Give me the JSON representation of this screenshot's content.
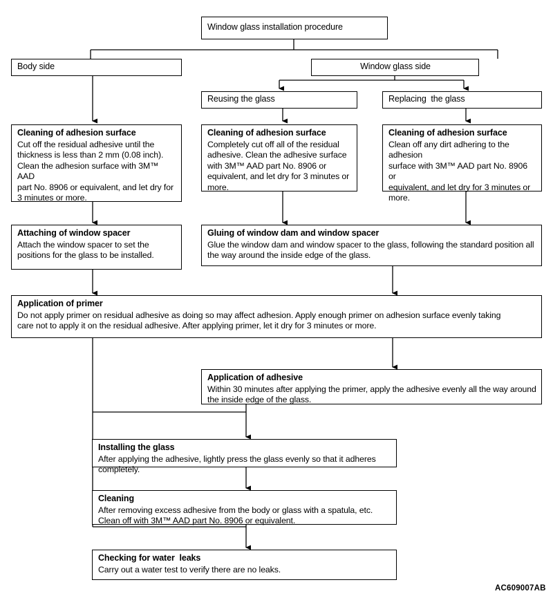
{
  "diagram": {
    "title": "Window glass installation procedure",
    "figure_code": "AC609007AB",
    "nodes": {
      "root": {
        "title": "Window glass installation procedure",
        "body": ""
      },
      "body_side": {
        "title": "Body side",
        "body": ""
      },
      "glass_side": {
        "title": "Window glass side",
        "body": ""
      },
      "reusing": {
        "title": "Reusing the glass",
        "body": ""
      },
      "replacing": {
        "title": "Replacing  the glass",
        "body": ""
      },
      "clean_body": {
        "title": "Cleaning of adhesion surface",
        "body": "Cut off the residual adhesive until the\nthickness is less than 2 mm (0.08 inch).\nClean the adhesion surface with 3M™ AAD\npart No. 8906 or equivalent, and let dry for\n3 minutes or more."
      },
      "clean_reuse": {
        "title": "Cleaning of adhesion surface",
        "body": "Completely cut off all of the residual\nadhesive. Clean the adhesive surface\nwith 3M™ AAD part No. 8906 or\nequivalent, and let dry for 3 minutes or\nmore."
      },
      "clean_replace": {
        "title": "Cleaning of adhesion surface",
        "body": "Clean off any dirt adhering to the adhesion\nsurface with 3M™ AAD part No. 8906 or\nequivalent, and let dry for 3 minutes or\nmore."
      },
      "spacer": {
        "title": "Attaching of window spacer",
        "body": "Attach the window spacer to set the\npositions for the glass to be installed."
      },
      "gluing": {
        "title": "Gluing of window dam and window spacer",
        "body": "Glue the window dam and window spacer to the glass, following the standard position all\nthe way around the inside edge of the glass."
      },
      "primer": {
        "title": "Application of primer",
        "body": "Do not apply primer on residual adhesive as doing so may affect adhesion. Apply enough primer on adhesion surface evenly taking\ncare not to apply it on the residual adhesive. After applying primer, let it dry for 3 minutes or more."
      },
      "adhesive": {
        "title": "Application of adhesive",
        "body": "Within 30 minutes after applying the primer, apply the adhesive evenly all the way around\nthe inside edge of the glass."
      },
      "installing": {
        "title": "Installing the glass",
        "body": "After applying the adhesive, lightly  press the glass evenly so that it adheres\ncompletely."
      },
      "cleaning": {
        "title": "Cleaning",
        "body": "After removing excess adhesive from the body or glass with a spatula, etc.\nClean off  with 3M™ AAD part No. 8906 or equivalent."
      },
      "water_leaks": {
        "title": "Checking for water  leaks",
        "body": "Carry out a water test to verify there are no leaks."
      }
    },
    "colors": {
      "stroke": "#000000",
      "background": "#ffffff",
      "text": "#000000"
    }
  }
}
